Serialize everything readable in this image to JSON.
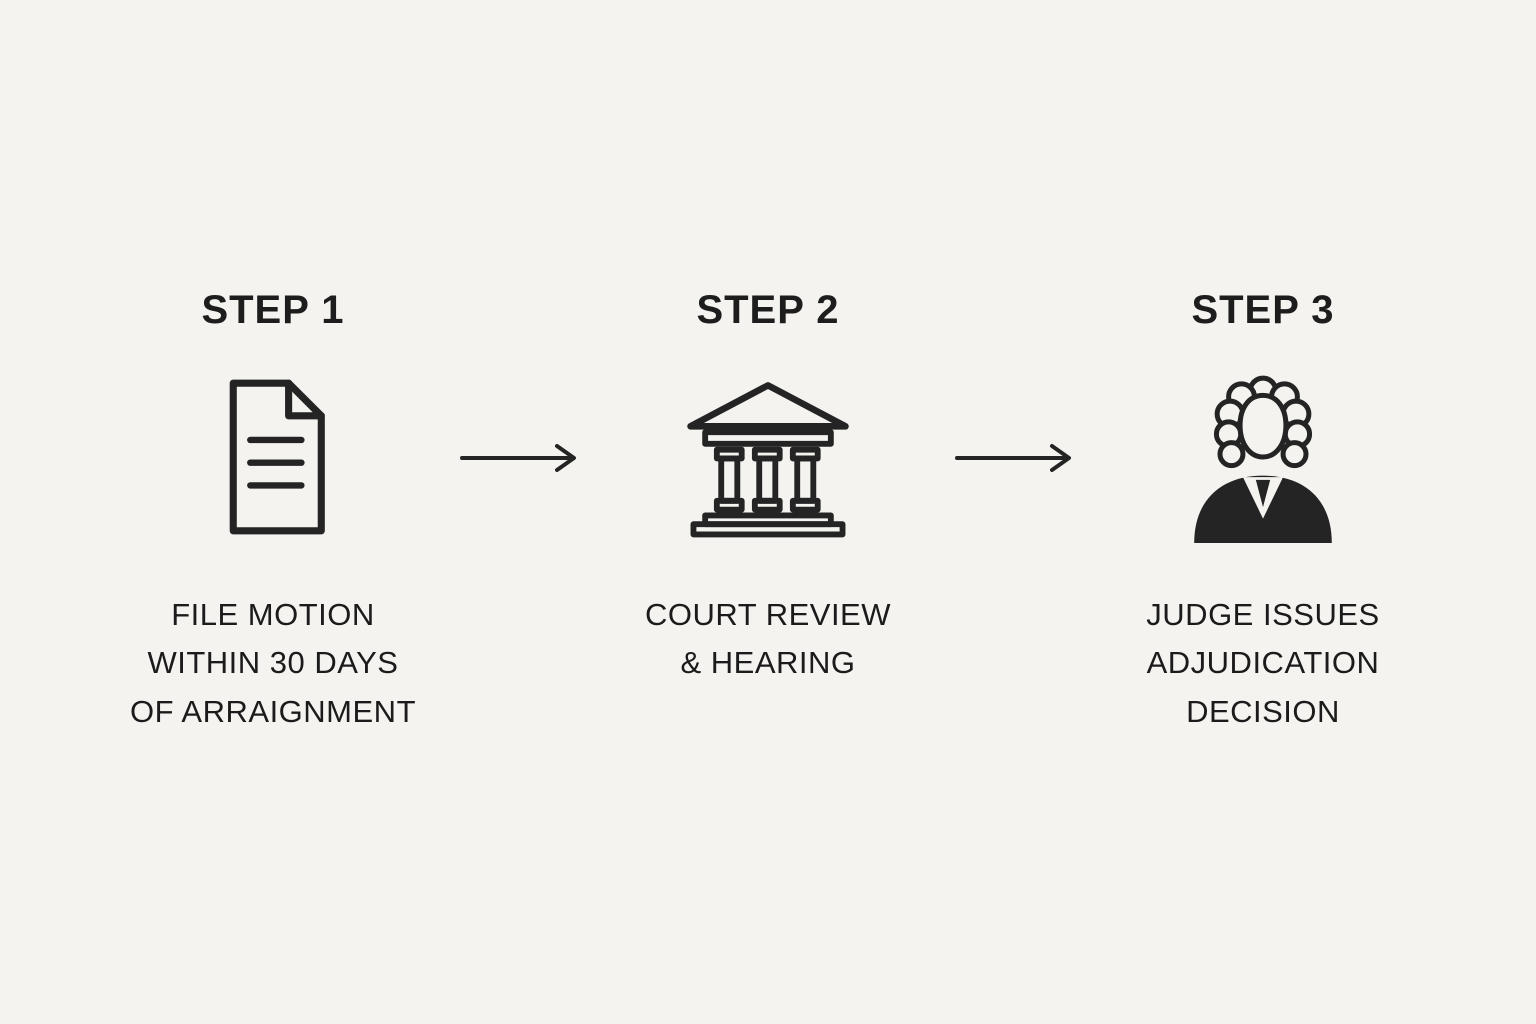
{
  "colors": {
    "background": "#f4f3f0",
    "ink": "#242424"
  },
  "steps": [
    {
      "title": "STEP 1",
      "icon": "document-icon",
      "caption": "FILE MOTION\nWITHIN 30 DAYS\nOF ARRAIGNMENT"
    },
    {
      "title": "STEP 2",
      "icon": "courthouse-icon",
      "caption": "COURT REVIEW\n& HEARING"
    },
    {
      "title": "STEP 3",
      "icon": "judge-icon",
      "caption": "JUDGE ISSUES\nADJUDICATION\nDECISION"
    }
  ]
}
